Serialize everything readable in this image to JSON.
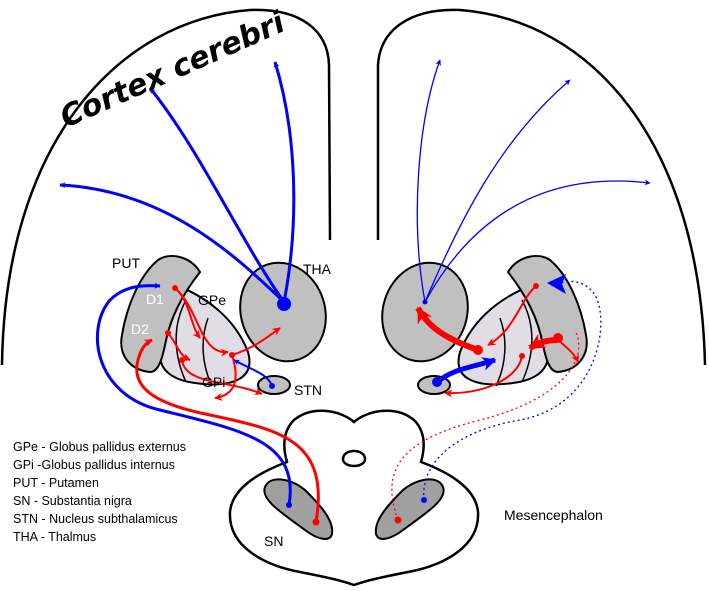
{
  "title": "Cortex cerebri",
  "labels": {
    "put": "PUT",
    "gpe": "GPe",
    "gpi": "GPi",
    "d1": "D1",
    "d2": "D2",
    "tha": "THA",
    "stn": "STN",
    "sn": "SN",
    "mesencephalon": "Mesencephalon"
  },
  "legend": [
    "GPe - Globus pallidus externus",
    "GPi -Globus pallidus internus",
    "PUT - Putamen",
    "SN - Substantia nigra",
    "STN - Nucleus subthalamicus",
    "THA - Thalmus"
  ],
  "colors": {
    "excitatory": "#0000ff",
    "inhibitory": "#ff0000",
    "structure_fill": "#c0c0c0",
    "globus_fill": "#e0dde4",
    "nigra_fill": "#a0a0a0",
    "outline": "#000000"
  }
}
